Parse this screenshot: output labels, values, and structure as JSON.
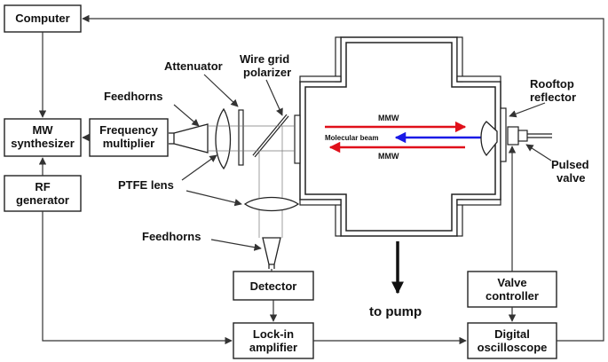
{
  "boxes": {
    "computer": "Computer",
    "mw_synthesizer": [
      "MW",
      "synthesizer"
    ],
    "rf_generator": [
      "RF",
      "generator"
    ],
    "frequency_multiplier": [
      "Frequency",
      "multiplier"
    ],
    "detector": "Detector",
    "lockin_amplifier": [
      "Lock-in",
      "amplifier"
    ],
    "valve_controller": [
      "Valve",
      "controller"
    ],
    "digital_oscilloscope": [
      "Digital",
      "oscilloscope"
    ]
  },
  "labels": {
    "attenuator": "Attenuator",
    "wire_grid_polarizer": [
      "Wire grid",
      "polarizer"
    ],
    "feedhorns_top": "Feedhorns",
    "feedhorns_bottom": "Feedhorns",
    "ptfe_lens": "PTFE lens",
    "rooftop_reflector": [
      "Rooftop",
      "reflector"
    ],
    "pulsed_valve": [
      "Pulsed",
      "valve"
    ],
    "to_pump": "to pump",
    "mmw_top": "MMW",
    "molecular_beam": "Molecular beam",
    "mmw_bottom": "MMW"
  },
  "colors": {
    "mmw_arrow": "#e0101a",
    "beam_arrow": "#1a1ae6",
    "line": "#333333"
  }
}
